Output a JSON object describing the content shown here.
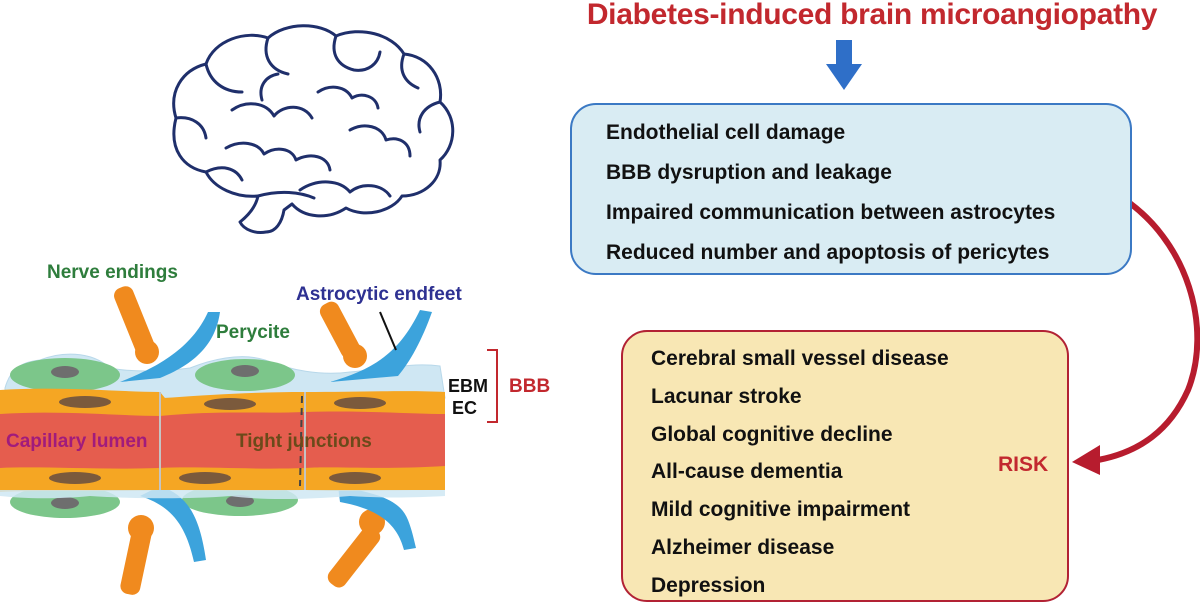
{
  "title": "Diabetes-induced brain microangiopathy",
  "effects": [
    "Endothelial cell damage",
    "BBB dysruption and leakage",
    "Impaired communication between astrocytes",
    "Reduced number and apoptosis of pericytes"
  ],
  "risks": [
    "Cerebral small vessel disease",
    "Lacunar stroke",
    "Global cognitive decline",
    "All-cause dementia",
    "Mild cognitive impairment",
    "Alzheimer disease",
    "Depression"
  ],
  "risk_label": "RISK",
  "diagram_labels": {
    "nerve_endings": "Nerve endings",
    "astrocytic_endfeet": "Astrocytic endfeet",
    "perycite": "Perycite",
    "ebm": "EBM",
    "ec": "EC",
    "bbb": "BBB",
    "capillary_lumen": "Capillary lumen",
    "tight_junctions": "Tight junctions"
  },
  "colors": {
    "title_red": "#c2282e",
    "box1_border": "#3b79c4",
    "box1_fill": "#d9ecf3",
    "box2_border": "#b22234",
    "box2_fill": "#f8e7b4",
    "down_arrow": "#2f6fc8",
    "curved_arrow": "#b71c2e",
    "nerve_green": "#2e7d3c",
    "astro_purple": "#2e3192",
    "lumen_purple": "#a11b7c",
    "tight_brown": "#6b4a1a",
    "bbb_red": "#c2282e"
  }
}
